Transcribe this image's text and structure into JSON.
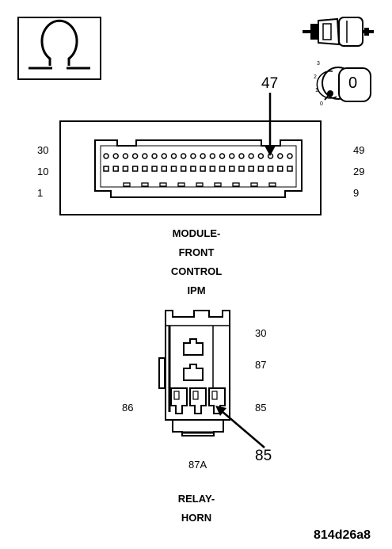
{
  "ipm": {
    "caption_lines": [
      "MODULE-",
      "FRONT",
      "CONTROL",
      "IPM"
    ],
    "callout": "47",
    "left_pins": [
      "30",
      "10",
      "1"
    ],
    "right_pins": [
      "49",
      "29",
      "9"
    ]
  },
  "relay": {
    "caption_lines": [
      "RELAY-",
      "HORN"
    ],
    "callout": "85",
    "pin_86": "86",
    "pin_30": "30",
    "pin_87": "87",
    "pin_85": "85",
    "pin_87a": "87A"
  },
  "key_positions": [
    "3",
    "2",
    "1",
    "0"
  ],
  "key_badge": "0",
  "figure_code": "814d26a8",
  "icons": [
    "ohmmeter-icon",
    "connector-icon",
    "ignition-switch-icon"
  ]
}
